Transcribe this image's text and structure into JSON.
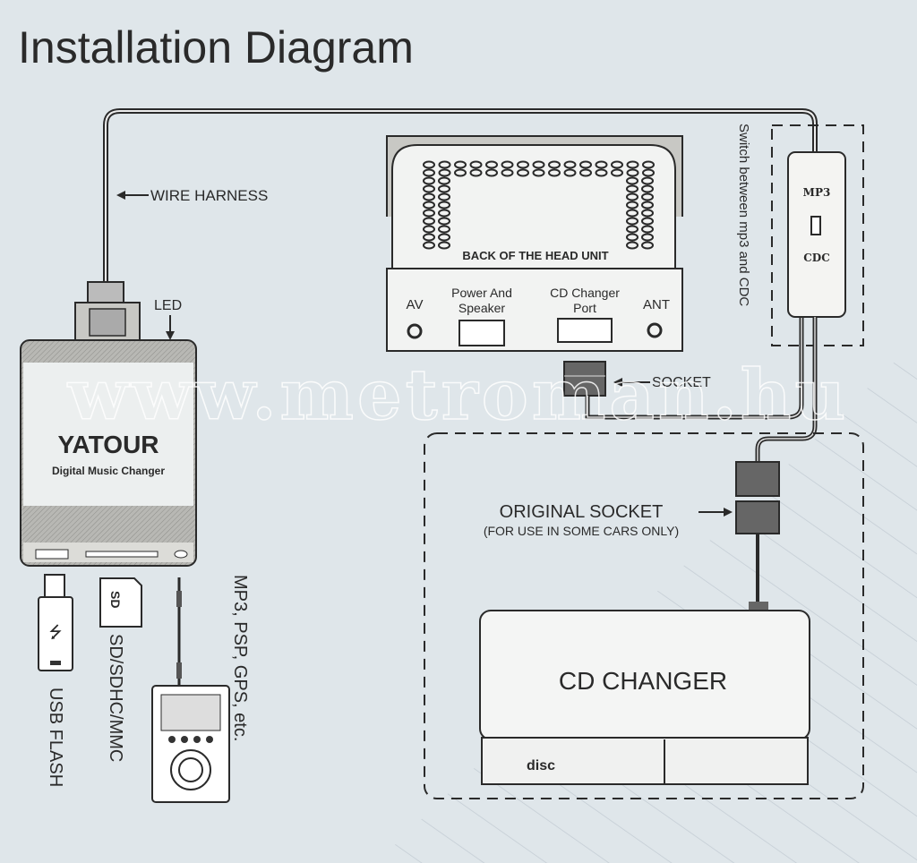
{
  "title": "Installation Diagram",
  "labels": {
    "wire_harness": "WIRE HARNESS",
    "led": "LED",
    "brand": "YATOUR",
    "brand_sub": "Digital Music Changer",
    "head_unit": "BACK OF THE HEAD UNIT",
    "av": "AV",
    "power_line1": "Power And",
    "power_line2": "Speaker",
    "cdport_line1": "CD Changer",
    "cdport_line2": "Port",
    "ant": "ANT",
    "socket": "SOCKET",
    "switch_note": "Switch between mp3 and CDC",
    "switch_mp3": "MP3",
    "switch_cdc": "CDC",
    "original_socket": "ORIGINAL SOCKET",
    "original_socket_note": "(FOR USE IN SOME CARS ONLY)",
    "cd_changer": "CD CHANGER",
    "disc": "disc",
    "usb_flash": "USB FLASH",
    "sd_cards": "SD/SDHC/MMC",
    "devices": "MP3, PSP, GPS, etc."
  },
  "watermark": "www.metroman.hu",
  "colors": {
    "background": "#dfe6ea",
    "line": "#2a2a2a",
    "device_fill": "#e9ecec"
  }
}
